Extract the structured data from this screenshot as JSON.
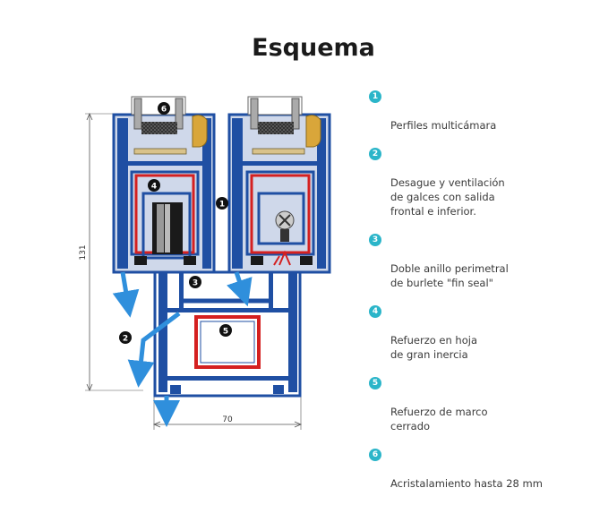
{
  "title": "Esquema",
  "legend": [
    {
      "num": "1",
      "text": "Perfiles multicámara"
    },
    {
      "num": "2",
      "text": "Desague y ventilación\nde galces con salida\nfrontal e inferior."
    },
    {
      "num": "3",
      "text": "Doble anillo perimetral\nde burlete \"fin seal\""
    },
    {
      "num": "4",
      "text": "Refuerzo en hoja\nde gran inercia"
    },
    {
      "num": "5",
      "text": "Refuerzo de marco\ncerrado"
    },
    {
      "num": "6",
      "text": "Acristalamiento hasta 28 mm"
    }
  ],
  "drawing": {
    "dimension_height": "131",
    "dimension_width": "70",
    "callouts": [
      "6",
      "4",
      "1",
      "3",
      "2",
      "5"
    ],
    "colors": {
      "profile": "#1f4fa3",
      "reinforcement": "#d42020",
      "glass": "#a0a0a0",
      "gasket": "#1a1a1a",
      "bead": "#d9a63a",
      "arrow": "#2f8fdc"
    }
  }
}
